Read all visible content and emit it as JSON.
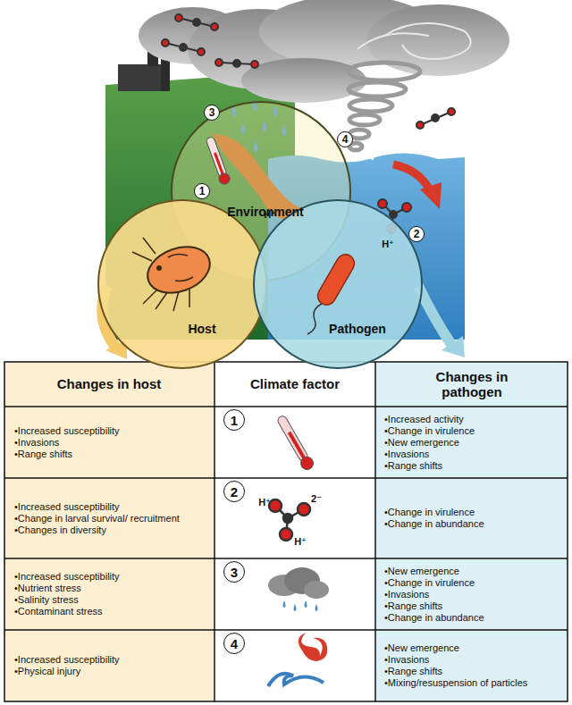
{
  "diagram": {
    "nodes": [
      {
        "text": [
          "Environment"
        ]
      },
      {
        "text": [
          "Host"
        ]
      },
      {
        "text": [
          "Pathogen"
        ]
      }
    ],
    "labels": [
      "3",
      "4",
      "1",
      "H⁺",
      "H⁺",
      "2",
      "Changes in host",
      "Climate factor",
      "Changes in pathogen",
      "•Increased susceptibility",
      "•Invasions",
      "•Range shifts",
      "1",
      "•Increased activity",
      "•Change in virulence",
      "•New emergence",
      "•Invasions",
      "•Range shifts",
      "•Increased susceptibility",
      "•Change in larval survival/ recruitment",
      "•Changes in diversity",
      "2",
      "H⁺",
      "2⁻",
      "H⁺",
      "•Change in virulence",
      "•Change in abundance",
      "•Increased susceptibility",
      "•Nutrient stress",
      "•Salinity stress",
      "•Contaminant stress",
      "3",
      "•New emergence",
      "•Change in virulence",
      "•Invasions",
      "•Range shifts",
      "•Change in abundance",
      "•Increased susceptibility",
      "•Physical injury",
      "4",
      "•New emergence",
      "•Invasions",
      "•Range shifts",
      "•Mixing/resuspension of particles"
    ]
  }
}
